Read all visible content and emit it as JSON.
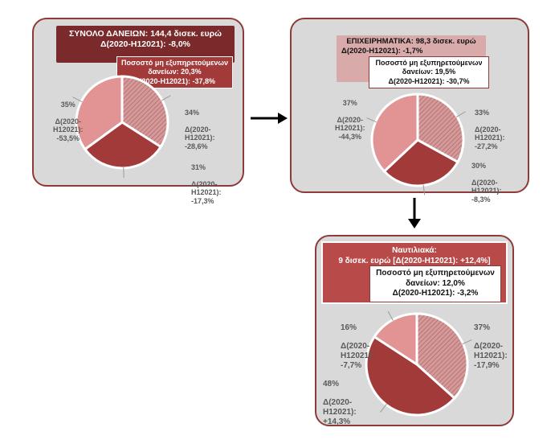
{
  "colors": {
    "panel_bg": "#d9d9d9",
    "border": "#8f3a3a",
    "dark_red": "#7a2a2a",
    "mid_red": "#a33a3a",
    "salmon": "#e08f8f",
    "pink": "#d9aaaa"
  },
  "chart_data": [
    {
      "type": "pie",
      "title": "ΣΥΝΟΛΟ ΔΑΝΕΙΩΝ: 144,4 δισεκ. ευρώ",
      "subtitle": "Δ(2020-H12021): -8,0%",
      "npl_title": "Ποσοστό μη εξυπηρετούμενων δανείων: 20,3%",
      "npl_change": "Δ(2020-H12021): -37,8%",
      "slices": [
        {
          "value": 34,
          "label_pct": "34%",
          "label_change": "Δ(2020-\nH12021):\n-28,6%",
          "color": "#cc8585",
          "pattern": true
        },
        {
          "value": 31,
          "label_pct": "31%",
          "label_change": "Δ(2020-\nH12021):\n-17,3%",
          "color": "#a33a3a",
          "pattern": false
        },
        {
          "value": 35,
          "label_pct": "35%",
          "label_change": "Δ(2020-\nH12021):\n-53,5%",
          "color": "#e29393",
          "pattern": false
        }
      ]
    },
    {
      "type": "pie",
      "title": "ΕΠΙΧΕΙΡΗΜΑΤΙΚΑ: 98,3 δισεκ. ευρώ",
      "subtitle": "Δ(2020-H12021): -1,7%",
      "npl_title": "Ποσοστό μη εξυπηρετούμενων δανείων: 19,5%",
      "npl_change": "Δ(2020-H12021): -30,7%",
      "slices": [
        {
          "value": 33,
          "label_pct": "33%",
          "label_change": "Δ(2020-\nH12021):\n-27,2%",
          "color": "#cc8585",
          "pattern": true
        },
        {
          "value": 30,
          "label_pct": "30%",
          "label_change": "Δ(2020-\nH12021):\n-8,3%",
          "color": "#a33a3a",
          "pattern": false
        },
        {
          "value": 37,
          "label_pct": "37%",
          "label_change": "Δ(2020-\nH12021):\n-44,3%",
          "color": "#e29393",
          "pattern": false
        }
      ]
    },
    {
      "type": "pie",
      "title": "Ναυτιλιακά:",
      "subtitle": "9 δισεκ. ευρώ [Δ(2020-H12021): +12,4%]",
      "npl_title": "Ποσοστό μη εξυπηρετούμενων δανείων: 12,0%",
      "npl_change": "Δ(2020-H12021): -3,2%",
      "slices": [
        {
          "value": 37,
          "label_pct": "37%",
          "label_change": "Δ(2020-\nH12021):\n-17,9%",
          "color": "#cc8585",
          "pattern": true
        },
        {
          "value": 48,
          "label_pct": "48%",
          "label_change": "Δ(2020-\nH12021):\n+14,3%",
          "color": "#a33a3a",
          "pattern": false
        },
        {
          "value": 16,
          "label_pct": "16%",
          "label_change": "Δ(2020-\nH12021):\n-7,7%",
          "color": "#e29393",
          "pattern": false
        }
      ]
    }
  ]
}
